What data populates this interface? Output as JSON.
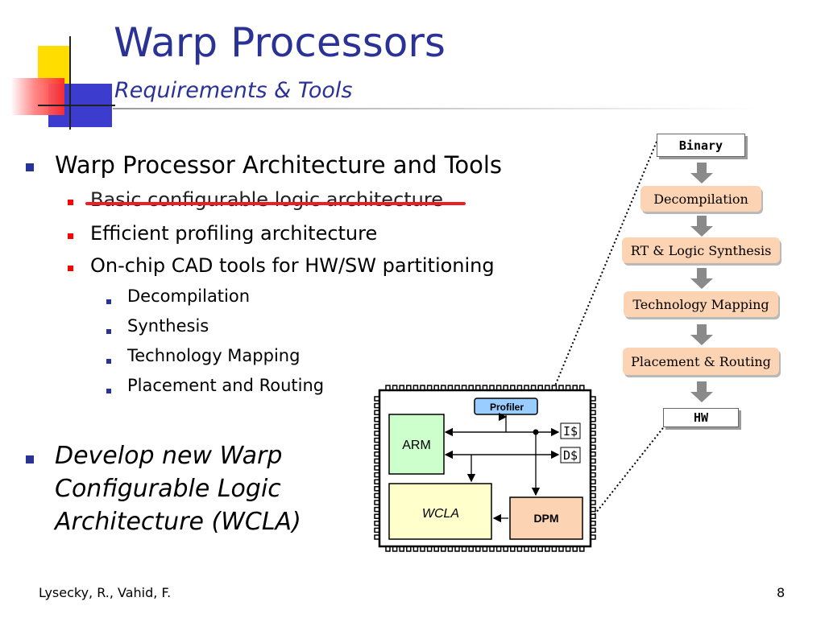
{
  "title": "Warp Processors",
  "subtitle": "Requirements & Tools",
  "bullets": [
    {
      "text": "Warp Processor Architecture and Tools"
    }
  ],
  "sub_bullets": [
    {
      "text": "Basic configurable logic architecture",
      "struck": true
    },
    {
      "text": "Efficient profiling architecture"
    },
    {
      "text": "On-chip CAD tools for HW/SW partitioning"
    }
  ],
  "sub_sub_bullets": [
    {
      "text": "Decompilation"
    },
    {
      "text": "Synthesis"
    },
    {
      "text": "Technology Mapping"
    },
    {
      "text": "Placement and Routing"
    }
  ],
  "develop": {
    "lines": [
      "Develop new Warp",
      "Configurable Logic",
      "Architecture (WCLA)"
    ]
  },
  "flow": {
    "input": "Binary",
    "steps": [
      "Decompilation",
      "RT & Logic Synthesis",
      "Technology Mapping",
      "Placement & Routing"
    ],
    "output": "HW"
  },
  "chip": {
    "profiler": "Profiler",
    "arm": "ARM",
    "icache": "I$",
    "dcache": "D$",
    "wcla": "WCLA",
    "dpm": "DPM"
  },
  "footer": {
    "authors": "Lysecky, R., Vahid, F.",
    "page": "8"
  },
  "colors": {
    "title": "#2b3296",
    "strike": "#ee1c24",
    "flow_box": "#fcd3b3",
    "arm": "#ccffcc",
    "wcla": "#ffffcc",
    "dpm": "#fcd3b3",
    "profiler": "#99ccff"
  }
}
